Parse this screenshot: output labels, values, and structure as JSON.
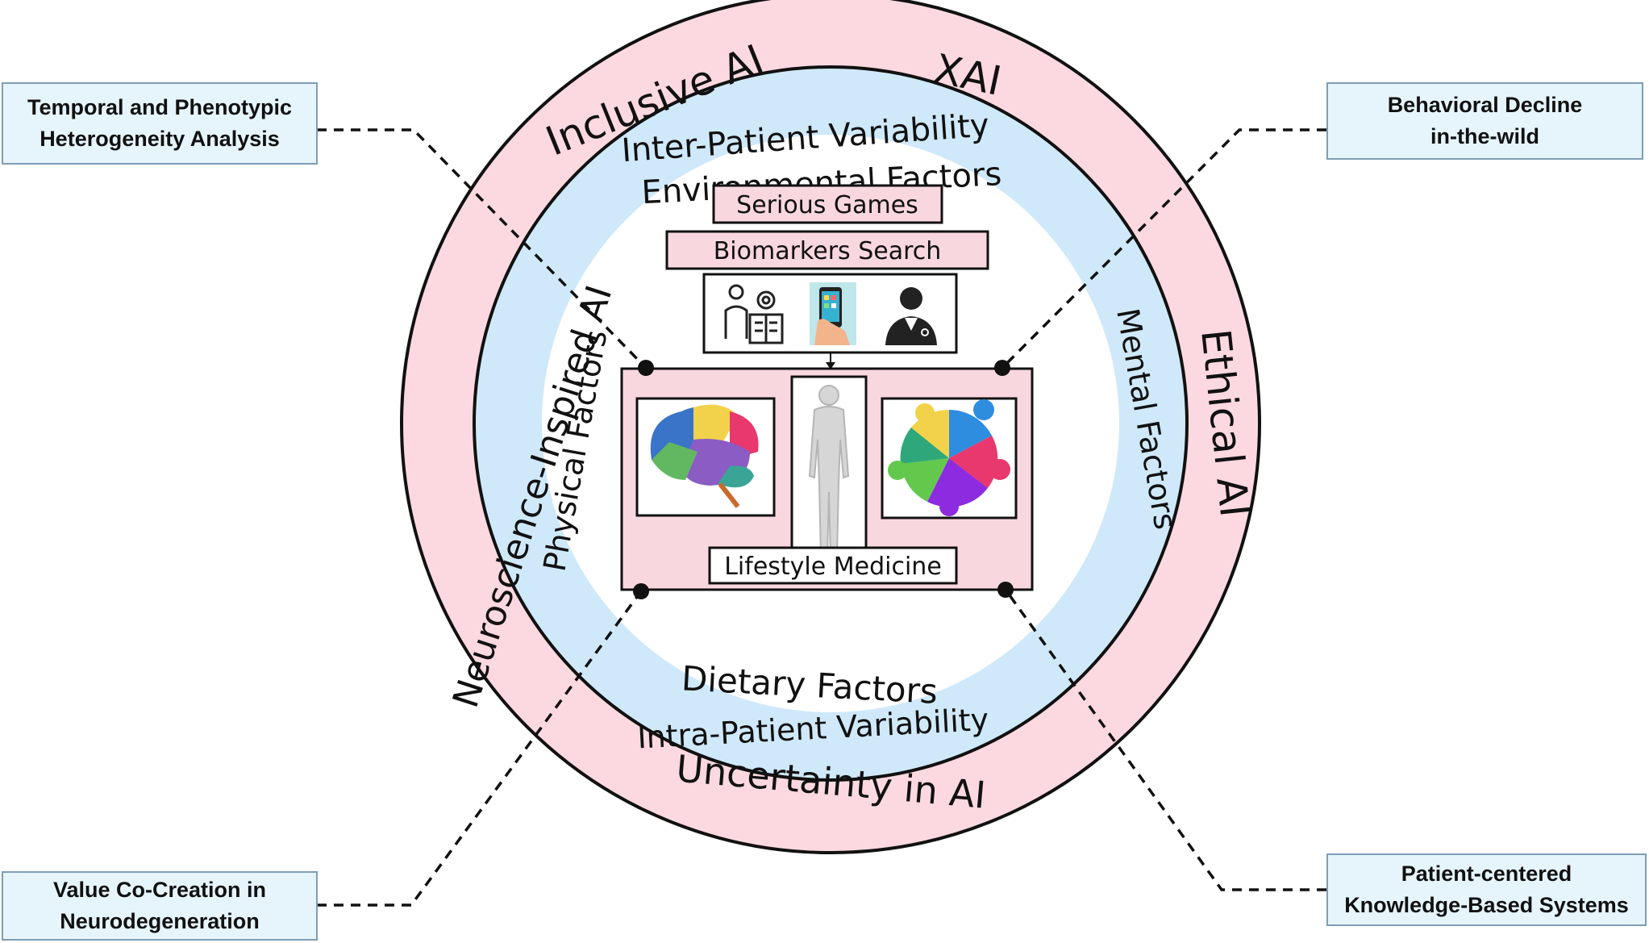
{
  "outer_ring": {
    "top_left": "Inclusive AI",
    "top_right": "XAI",
    "left": "Neuroscience-Inspired AI",
    "right": "Ethical AI",
    "bottom": "Uncertainty in AI"
  },
  "inner_ring": {
    "top_line1": "Inter-Patient Variability",
    "top_line2": "Environmental Factors",
    "left": "Physical Factors",
    "right": "Mental Factors",
    "bottom_line1": "Dietary Factors",
    "bottom_line2": "Intra-Patient Variability"
  },
  "center": {
    "serious_games": "Serious Games",
    "biomarkers_search": "Biomarkers Search",
    "lifestyle_medicine": "Lifestyle Medicine",
    "icons": [
      "researcher-icon",
      "smartphone-icon",
      "doctor-icon",
      "brain-icon",
      "human-body-icon",
      "puzzle-icon"
    ]
  },
  "callouts": {
    "top_left": [
      "Temporal and Phenotypic",
      "Heterogeneity Analysis"
    ],
    "top_right": [
      "Behavioral Decline",
      "in-the-wild"
    ],
    "bottom_left": [
      "Value Co-Creation in",
      "Neurodegeneration"
    ],
    "bottom_right": [
      "Patient-centered",
      "Knowledge-Based Systems"
    ]
  },
  "colors": {
    "outer_ring": "#fcd9e0",
    "inner_ring": "#cfe9fa",
    "center_box": "#f9d7df",
    "callout_bg": "#e6f5fc",
    "callout_border": "#7f9db6"
  }
}
